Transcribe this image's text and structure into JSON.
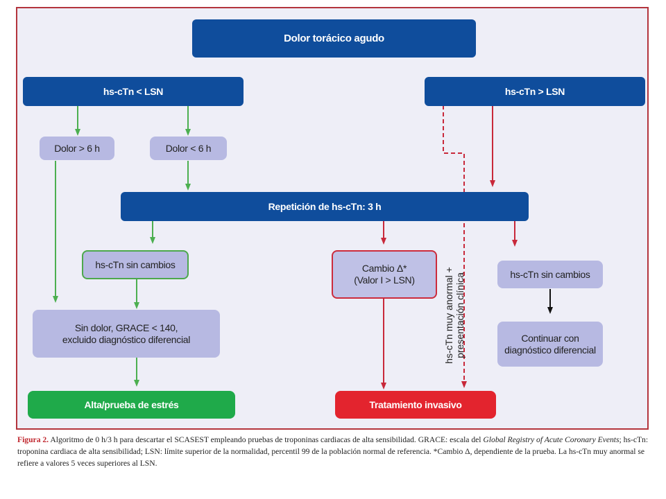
{
  "nodes": {
    "dolor_toracico": "Dolor torácico agudo",
    "hs_ctn_bajo": "hs-cTn < LSN",
    "hs_ctn_alto": "hs-cTn > LSN",
    "dolor_mas_6h": "Dolor > 6 h",
    "dolor_menos_6h": "Dolor < 6 h",
    "repeticion": "Repetición de hs-cTn: 3 h",
    "sin_cambios_izq": "hs-cTn sin cambios",
    "cambio_delta_1": "Cambio Δ*",
    "cambio_delta_2": "(Valor I > LSN)",
    "sin_cambios_der": "hs-cTn sin cambios",
    "sin_dolor_1": "Sin dolor, GRACE < 140,",
    "sin_dolor_2": "excluido diagnóstico diferencial",
    "continuar_1": "Continuar con",
    "continuar_2": "diagnóstico diferencial",
    "alta": "Alta/prueba de estrés",
    "tratamiento": "Tratamiento invasivo"
  },
  "side_label": {
    "line1": "hs-cTn muy anormal +",
    "line2": "presentación clínica"
  },
  "caption": {
    "figure": "Figura 2.",
    "part1": " Algoritmo de 0 h/3 h para descartar el SCASEST empleando pruebas de troponinas cardiacas de alta sensibilidad. GRACE: escala del ",
    "italic": "Global Registry of Acute Coronary Events",
    "part2": "; hs-cTn: troponina cardiaca de alta sensibilidad; LSN: límite superior de la normalidad, percentil 99 de la población normal de referencia. *Cambio Δ, dependiente de la prueba. La hs-cTn muy anormal se refiere a valores 5 veces superiores al LSN."
  },
  "colors": {
    "dark_blue": "#0f4d9c",
    "light_blue": "#b7b9e2",
    "green": "#1faa4a",
    "red": "#e3242e",
    "green_arrow": "#4caf50",
    "red_arrow": "#c8283a",
    "background": "#eeeef7",
    "frame_border": "#b3343c"
  }
}
